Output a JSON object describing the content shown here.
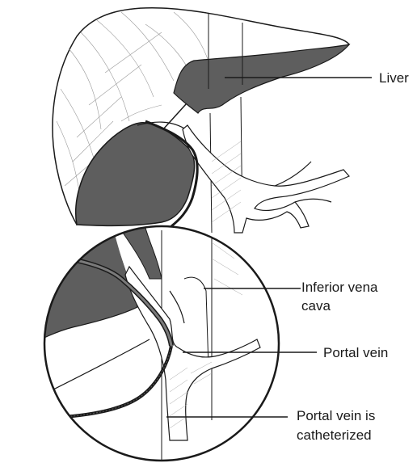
{
  "labels": {
    "liver": "Liver",
    "ivc_line1": "Inferior vena",
    "ivc_line2": "cava",
    "portal_vein": "Portal vein",
    "catheter_line1": "Portal vein is",
    "catheter_line2": "catheterized"
  },
  "colors": {
    "organ_shade": "#5e5e5e",
    "outline": "#1a1a1a",
    "liver_surface": "#ffffff",
    "catheter_gray": "#7a7a7a"
  }
}
